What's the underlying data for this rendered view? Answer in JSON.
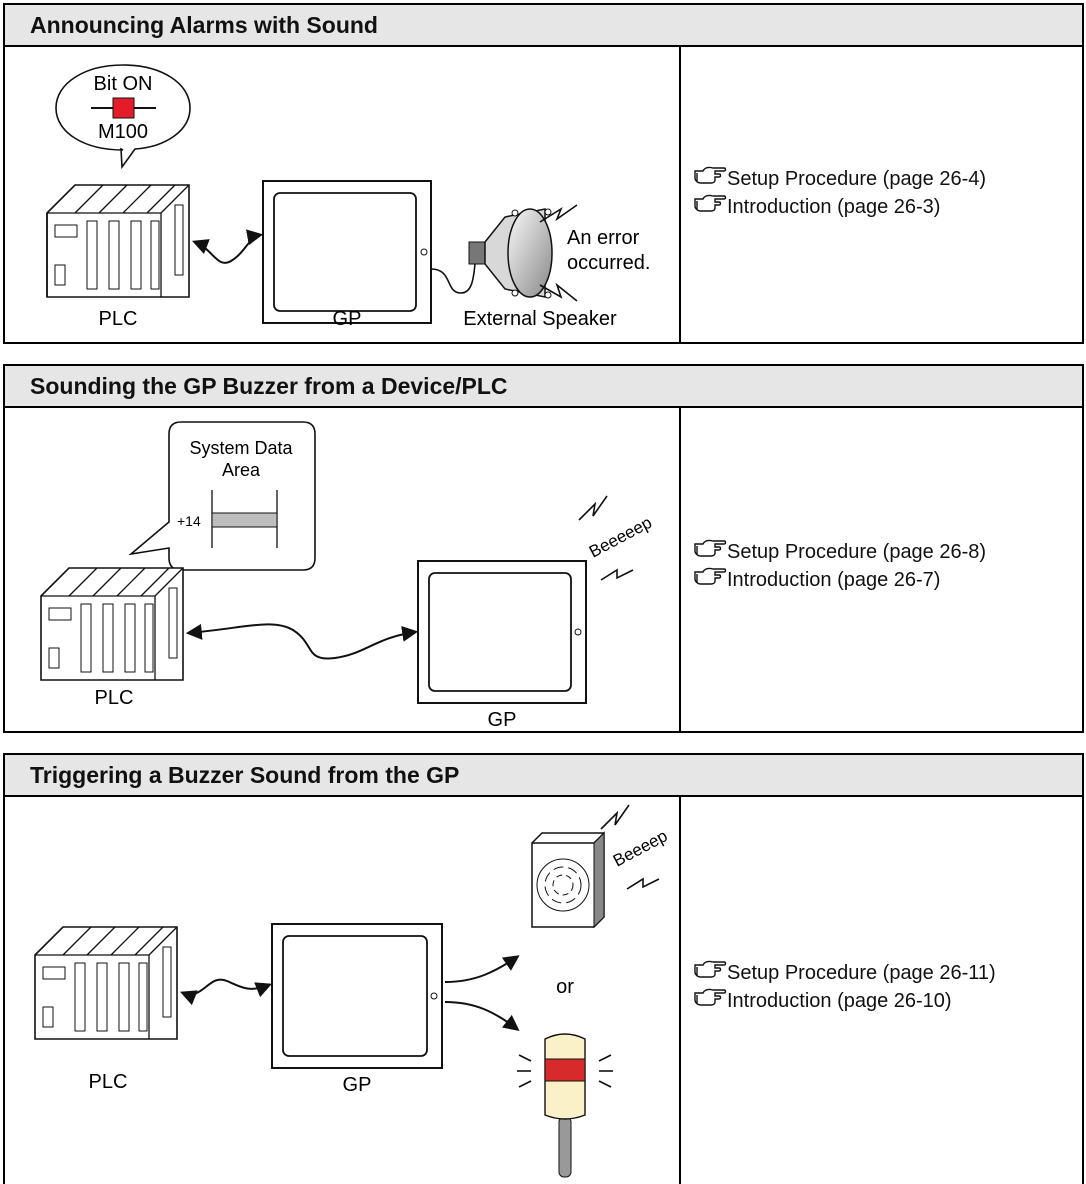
{
  "sections": [
    {
      "title": "Announcing Alarms with Sound",
      "diagram": {
        "bubble_top": "Bit ON",
        "bubble_bottom": "M100",
        "plc": "PLC",
        "gp": "GP",
        "speaker": "External Speaker",
        "message_1": "An error",
        "message_2": "occurred."
      },
      "refs": [
        "Setup Procedure (page 26-4)",
        "Introduction (page 26-3)"
      ]
    },
    {
      "title": "Sounding the GP Buzzer from a Device/PLC",
      "diagram": {
        "bubble_line1": "System Data",
        "bubble_line2": "Area",
        "offset": "+14",
        "plc": "PLC",
        "gp": "GP",
        "sound": "Beeeeep"
      },
      "refs": [
        "Setup Procedure (page 26-8)",
        "Introduction (page 26-7)"
      ]
    },
    {
      "title": "Triggering a Buzzer Sound from the GP",
      "diagram": {
        "plc": "PLC",
        "gp": "GP",
        "or": "or",
        "sound": "Beeeep"
      },
      "refs": [
        "Setup Procedure (page 26-11)",
        "Introduction (page 26-10)"
      ]
    }
  ]
}
